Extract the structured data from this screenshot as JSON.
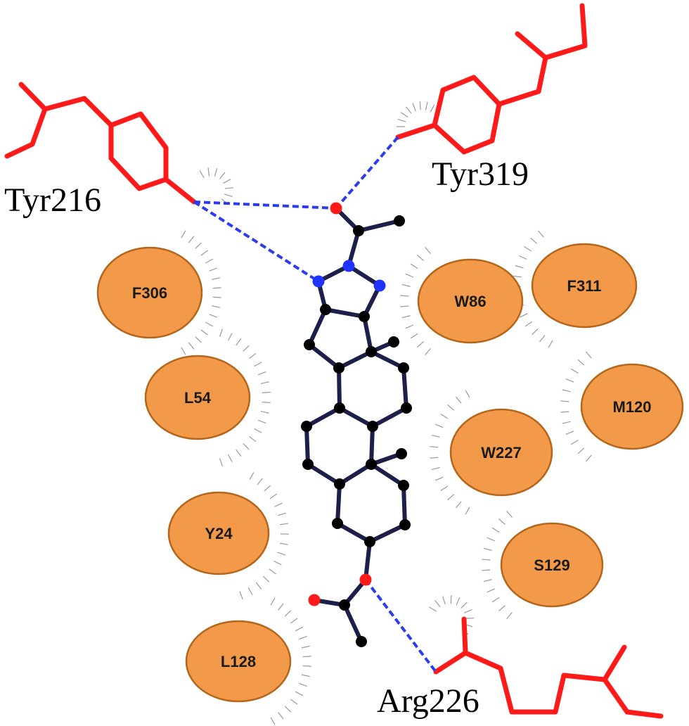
{
  "residues": {
    "tyr216": "Tyr216",
    "tyr319": "Tyr319",
    "arg226": "Arg226"
  },
  "hydrophobic": [
    {
      "id": "F306",
      "label": "F306"
    },
    {
      "id": "L54",
      "label": "L54"
    },
    {
      "id": "Y24",
      "label": "Y24"
    },
    {
      "id": "L128",
      "label": "L128"
    },
    {
      "id": "W86",
      "label": "W86"
    },
    {
      "id": "F311",
      "label": "F311"
    },
    {
      "id": "M120",
      "label": "M120"
    },
    {
      "id": "W227",
      "label": "W227"
    },
    {
      "id": "S129",
      "label": "S129"
    }
  ],
  "colors": {
    "hbond_residue": "#ff1a1a",
    "hydrophobic_fill": "#f2994a",
    "ligand_bond": "#1b1f4a",
    "hbond_line": "#2b3cf0",
    "nitrogen": "#1f33ff",
    "oxygen": "#ff1a1a",
    "carbon": "#000000"
  }
}
